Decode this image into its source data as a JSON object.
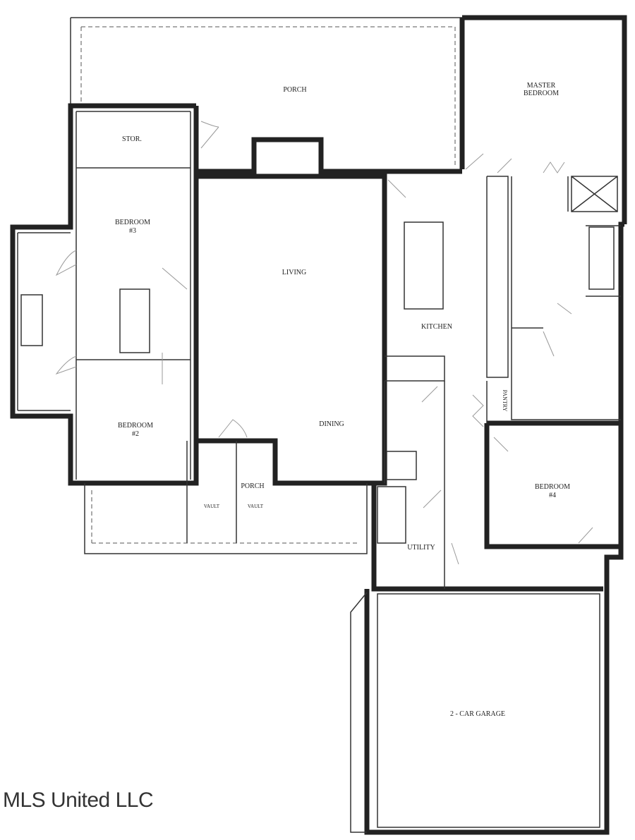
{
  "rooms": {
    "porch_rear": "PORCH",
    "master_bedroom_1": "MASTER",
    "master_bedroom_2": "BEDROOM",
    "storage": "STOR.",
    "bedroom3_1": "BEDROOM",
    "bedroom3_2": "#3",
    "living": "LIVING",
    "kitchen": "KITCHEN",
    "bedroom2_1": "BEDROOM",
    "bedroom2_2": "#2",
    "dining": "DINING",
    "porch_front": "PORCH",
    "vault_left": "VAULT",
    "vault_right": "VAULT",
    "pantry": "PANTRY",
    "bedroom4_1": "BEDROOM",
    "bedroom4_2": "#4",
    "utility": "UTILITY",
    "garage": "2 -  CAR GARAGE"
  },
  "watermark": "MLS United LLC"
}
